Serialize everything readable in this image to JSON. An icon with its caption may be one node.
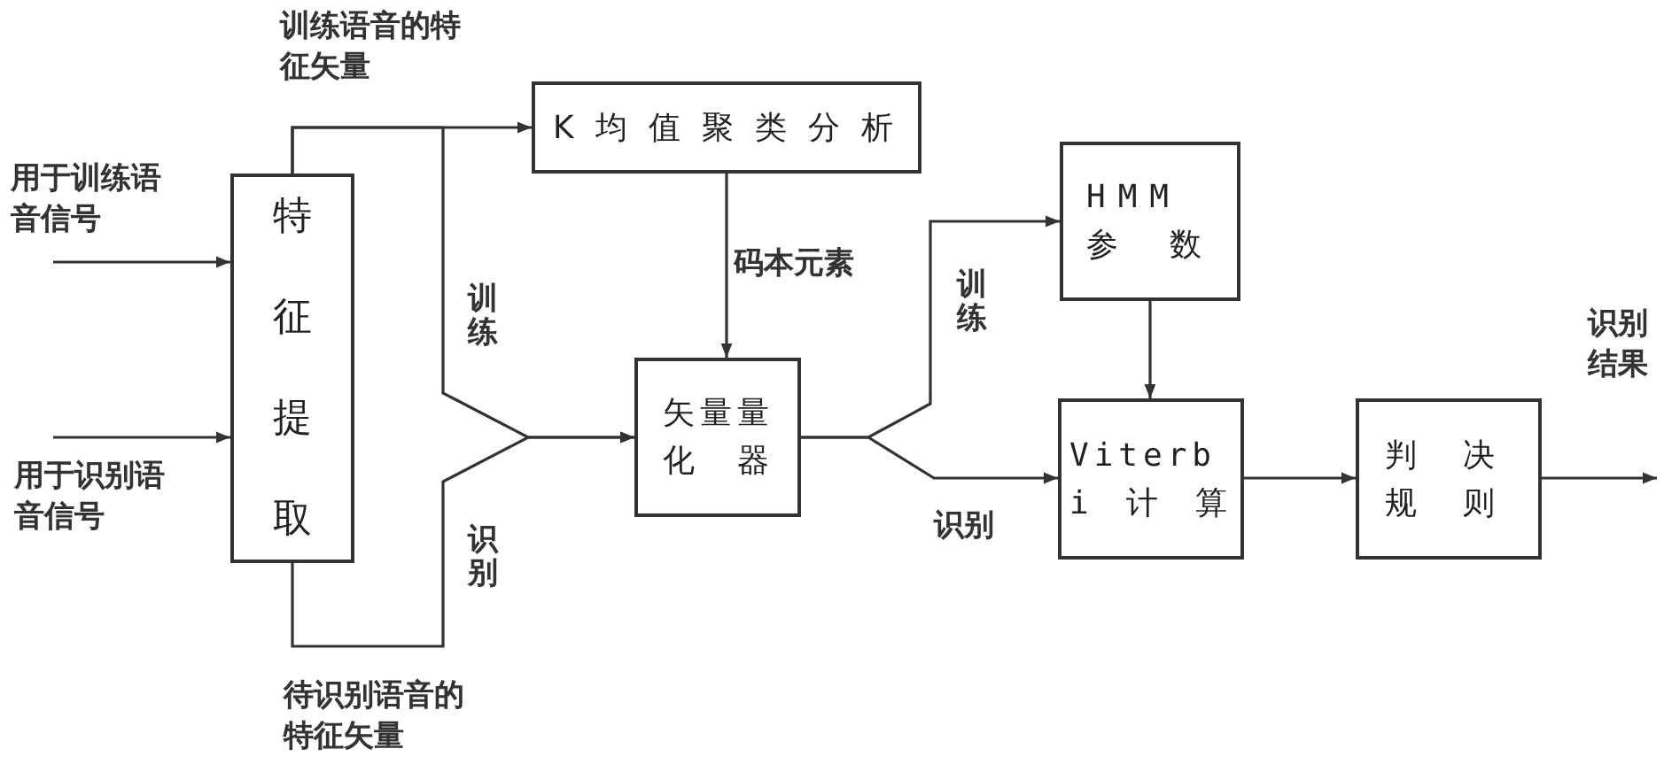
{
  "diagram": {
    "nodes": [
      {
        "text": [
          "特征提取"
        ]
      },
      {
        "text": [
          "K均值聚类分析"
        ]
      },
      {
        "text": [
          "矢量量化器"
        ]
      },
      {
        "text": [
          "HMM参数"
        ]
      },
      {
        "text": [
          "Viterbi计算"
        ]
      },
      {
        "text": [
          "判决规则"
        ]
      }
    ],
    "edges": [
      {
        "from": null,
        "to": 0,
        "arrow": "to",
        "label": "用于训练语音信号"
      },
      {
        "from": null,
        "to": 0,
        "arrow": "to",
        "label": "用于识别语音信号"
      },
      {
        "from": 0,
        "to": 1,
        "arrow": "to",
        "label": "训练语音的特征矢量"
      },
      {
        "from": 0,
        "to": 2,
        "arrow": "to",
        "label": "训练"
      },
      {
        "from": 0,
        "to": 2,
        "arrow": "to",
        "label": "识别"
      },
      {
        "from": 1,
        "to": 2,
        "arrow": "to",
        "label": "码本元素"
      },
      {
        "from": 2,
        "to": 3,
        "arrow": "to",
        "label": "训练"
      },
      {
        "from": 2,
        "to": 4,
        "arrow": "to",
        "label": "识别"
      },
      {
        "from": 3,
        "to": 4,
        "arrow": "to"
      },
      {
        "from": 4,
        "to": 5,
        "arrow": "to"
      },
      {
        "from": 5,
        "to": null,
        "arrow": "to",
        "label": "识别结果"
      }
    ],
    "labels": [
      "待识别语音的特征矢量"
    ]
  }
}
